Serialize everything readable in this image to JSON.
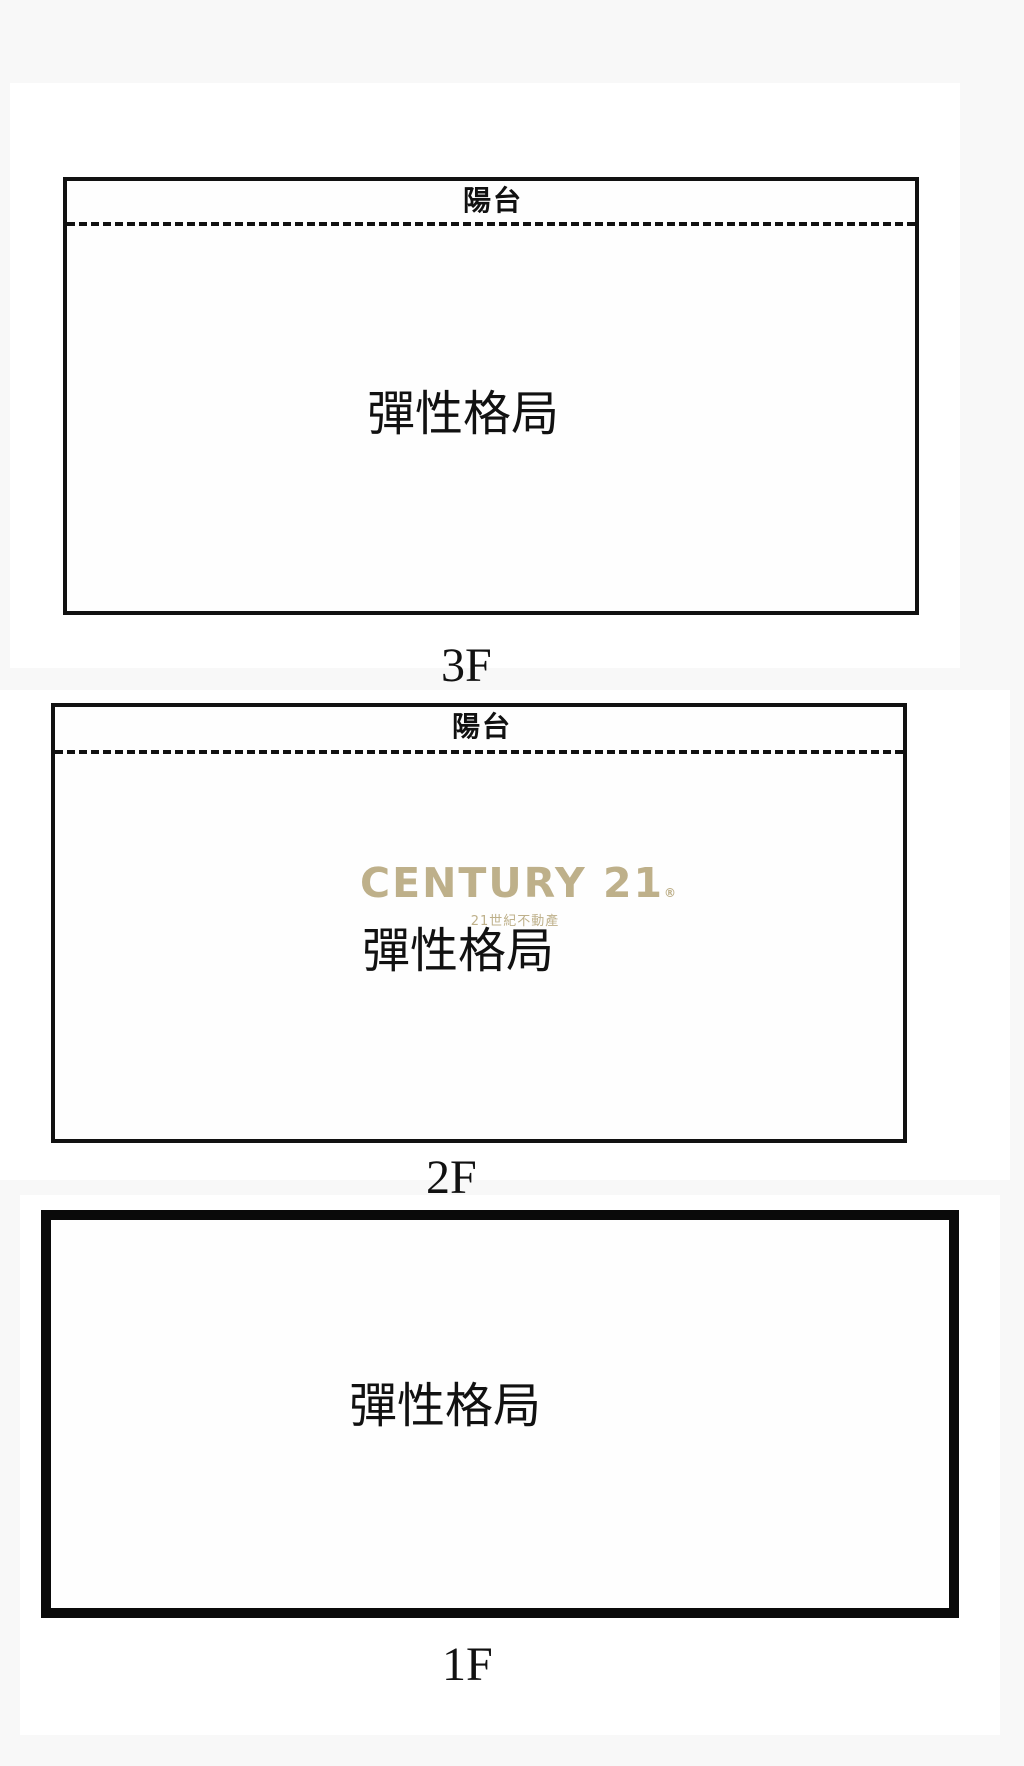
{
  "floors": [
    {
      "id": "3F",
      "floor_label": "3F",
      "balcony_label": "陽台",
      "layout_label": "彈性格局"
    },
    {
      "id": "2F",
      "floor_label": "2F",
      "balcony_label": "陽台",
      "layout_label": "彈性格局"
    },
    {
      "id": "1F",
      "floor_label": "1F",
      "layout_label": "彈性格局"
    }
  ],
  "watermark": {
    "brand": "CENTURY 21",
    "registered_mark": "®",
    "subtitle": "21世紀不動產",
    "color": "#beb08a"
  }
}
